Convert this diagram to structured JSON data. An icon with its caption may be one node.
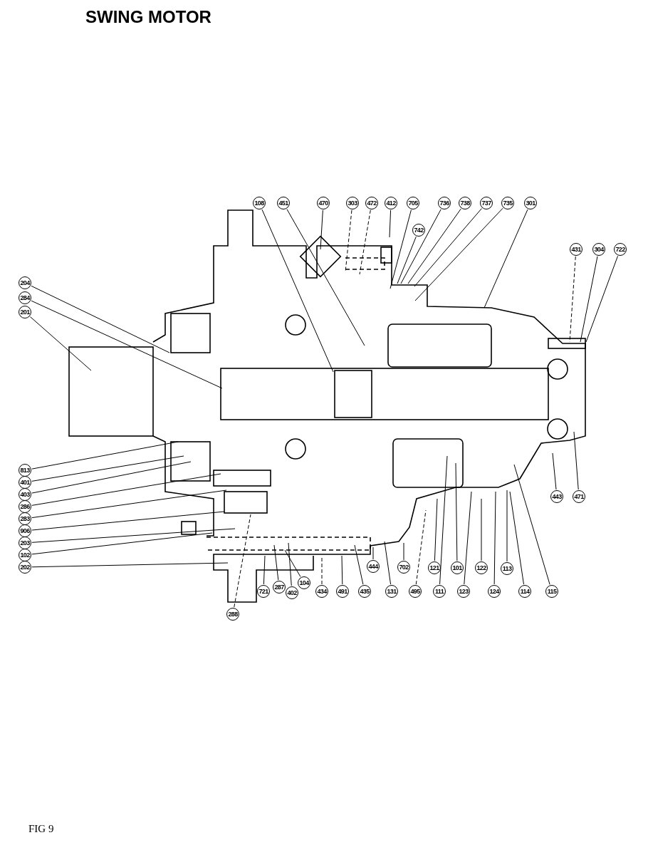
{
  "diagram": {
    "title": "SWING MOTOR",
    "caption": "FIG 9",
    "nodes": [
      {
        "text": [
          "108"
        ]
      },
      {
        "text": [
          "451"
        ]
      },
      {
        "text": [
          "470"
        ]
      },
      {
        "text": [
          "303"
        ]
      },
      {
        "text": [
          "472"
        ]
      },
      {
        "text": [
          "412"
        ]
      },
      {
        "text": [
          "705"
        ]
      },
      {
        "text": [
          "736"
        ]
      },
      {
        "text": [
          "738"
        ]
      },
      {
        "text": [
          "737"
        ]
      },
      {
        "text": [
          "735"
        ]
      },
      {
        "text": [
          "301"
        ]
      },
      {
        "text": [
          "742"
        ]
      },
      {
        "text": [
          "431"
        ]
      },
      {
        "text": [
          "304"
        ]
      },
      {
        "text": [
          "722"
        ]
      },
      {
        "text": [
          "204"
        ]
      },
      {
        "text": [
          "284"
        ]
      },
      {
        "text": [
          "201"
        ]
      },
      {
        "text": [
          "443"
        ]
      },
      {
        "text": [
          "471"
        ]
      },
      {
        "text": [
          "813"
        ]
      },
      {
        "text": [
          "401"
        ]
      },
      {
        "text": [
          "403"
        ]
      },
      {
        "text": [
          "286"
        ]
      },
      {
        "text": [
          "283"
        ]
      },
      {
        "text": [
          "906"
        ]
      },
      {
        "text": [
          "203"
        ]
      },
      {
        "text": [
          "102"
        ]
      },
      {
        "text": [
          "202"
        ]
      },
      {
        "text": [
          "444"
        ]
      },
      {
        "text": [
          "702"
        ]
      },
      {
        "text": [
          "121"
        ]
      },
      {
        "text": [
          "101"
        ]
      },
      {
        "text": [
          "122"
        ]
      },
      {
        "text": [
          "113"
        ]
      },
      {
        "text": [
          "287"
        ]
      },
      {
        "text": [
          "104"
        ]
      },
      {
        "text": [
          "721"
        ]
      },
      {
        "text": [
          "402"
        ]
      },
      {
        "text": [
          "434"
        ]
      },
      {
        "text": [
          "491"
        ]
      },
      {
        "text": [
          "435"
        ]
      },
      {
        "text": [
          "131"
        ]
      },
      {
        "text": [
          "495"
        ]
      },
      {
        "text": [
          "111"
        ]
      },
      {
        "text": [
          "123"
        ]
      },
      {
        "text": [
          "124"
        ]
      },
      {
        "text": [
          "114"
        ]
      },
      {
        "text": [
          "115"
        ]
      },
      {
        "text": [
          "288"
        ]
      }
    ],
    "edges": [
      {
        "from": 0,
        "to": null,
        "arrow": "none"
      },
      {
        "from": 1,
        "to": null,
        "arrow": "none"
      },
      {
        "from": 2,
        "to": null,
        "arrow": "none"
      },
      {
        "from": 3,
        "to": null,
        "arrow": "none",
        "style": "dashed"
      },
      {
        "from": 4,
        "to": null,
        "arrow": "none",
        "style": "dashed"
      },
      {
        "from": 5,
        "to": null,
        "arrow": "none"
      },
      {
        "from": 6,
        "to": null,
        "arrow": "none"
      },
      {
        "from": 7,
        "to": null,
        "arrow": "none"
      },
      {
        "from": 8,
        "to": null,
        "arrow": "none"
      },
      {
        "from": 9,
        "to": null,
        "arrow": "none"
      },
      {
        "from": 10,
        "to": null,
        "arrow": "none"
      },
      {
        "from": 11,
        "to": null,
        "arrow": "none"
      },
      {
        "from": 12,
        "to": null,
        "arrow": "none"
      },
      {
        "from": 13,
        "to": null,
        "arrow": "none",
        "style": "dashed"
      },
      {
        "from": 14,
        "to": null,
        "arrow": "none"
      },
      {
        "from": 15,
        "to": null,
        "arrow": "none"
      },
      {
        "from": 16,
        "to": null,
        "arrow": "none"
      },
      {
        "from": 17,
        "to": null,
        "arrow": "none"
      },
      {
        "from": 18,
        "to": null,
        "arrow": "none"
      },
      {
        "from": 19,
        "to": null,
        "arrow": "none"
      },
      {
        "from": 20,
        "to": null,
        "arrow": "none"
      },
      {
        "from": 21,
        "to": null,
        "arrow": "none"
      },
      {
        "from": 22,
        "to": null,
        "arrow": "none"
      },
      {
        "from": 23,
        "to": null,
        "arrow": "none"
      },
      {
        "from": 24,
        "to": null,
        "arrow": "none"
      },
      {
        "from": 25,
        "to": null,
        "arrow": "none"
      },
      {
        "from": 26,
        "to": null,
        "arrow": "none"
      },
      {
        "from": 27,
        "to": null,
        "arrow": "none"
      },
      {
        "from": 28,
        "to": null,
        "arrow": "none"
      },
      {
        "from": 29,
        "to": null,
        "arrow": "none"
      },
      {
        "from": 30,
        "to": null,
        "arrow": "none"
      },
      {
        "from": 31,
        "to": null,
        "arrow": "none"
      },
      {
        "from": 32,
        "to": null,
        "arrow": "none"
      },
      {
        "from": 33,
        "to": null,
        "arrow": "none"
      },
      {
        "from": 34,
        "to": null,
        "arrow": "none"
      },
      {
        "from": 35,
        "to": null,
        "arrow": "none"
      },
      {
        "from": 36,
        "to": null,
        "arrow": "none"
      },
      {
        "from": 37,
        "to": null,
        "arrow": "none"
      },
      {
        "from": 38,
        "to": null,
        "arrow": "none"
      },
      {
        "from": 39,
        "to": null,
        "arrow": "none"
      },
      {
        "from": 40,
        "to": null,
        "arrow": "none",
        "style": "dashed"
      },
      {
        "from": 41,
        "to": null,
        "arrow": "none"
      },
      {
        "from": 42,
        "to": null,
        "arrow": "none"
      },
      {
        "from": 43,
        "to": null,
        "arrow": "none"
      },
      {
        "from": 44,
        "to": null,
        "arrow": "none",
        "style": "dashed"
      },
      {
        "from": 45,
        "to": null,
        "arrow": "none"
      },
      {
        "from": 46,
        "to": null,
        "arrow": "none"
      },
      {
        "from": 47,
        "to": null,
        "arrow": "none"
      },
      {
        "from": 48,
        "to": null,
        "arrow": "none"
      },
      {
        "from": 49,
        "to": null,
        "arrow": "none"
      },
      {
        "from": 50,
        "to": null,
        "arrow": "none",
        "style": "dashed"
      }
    ]
  }
}
